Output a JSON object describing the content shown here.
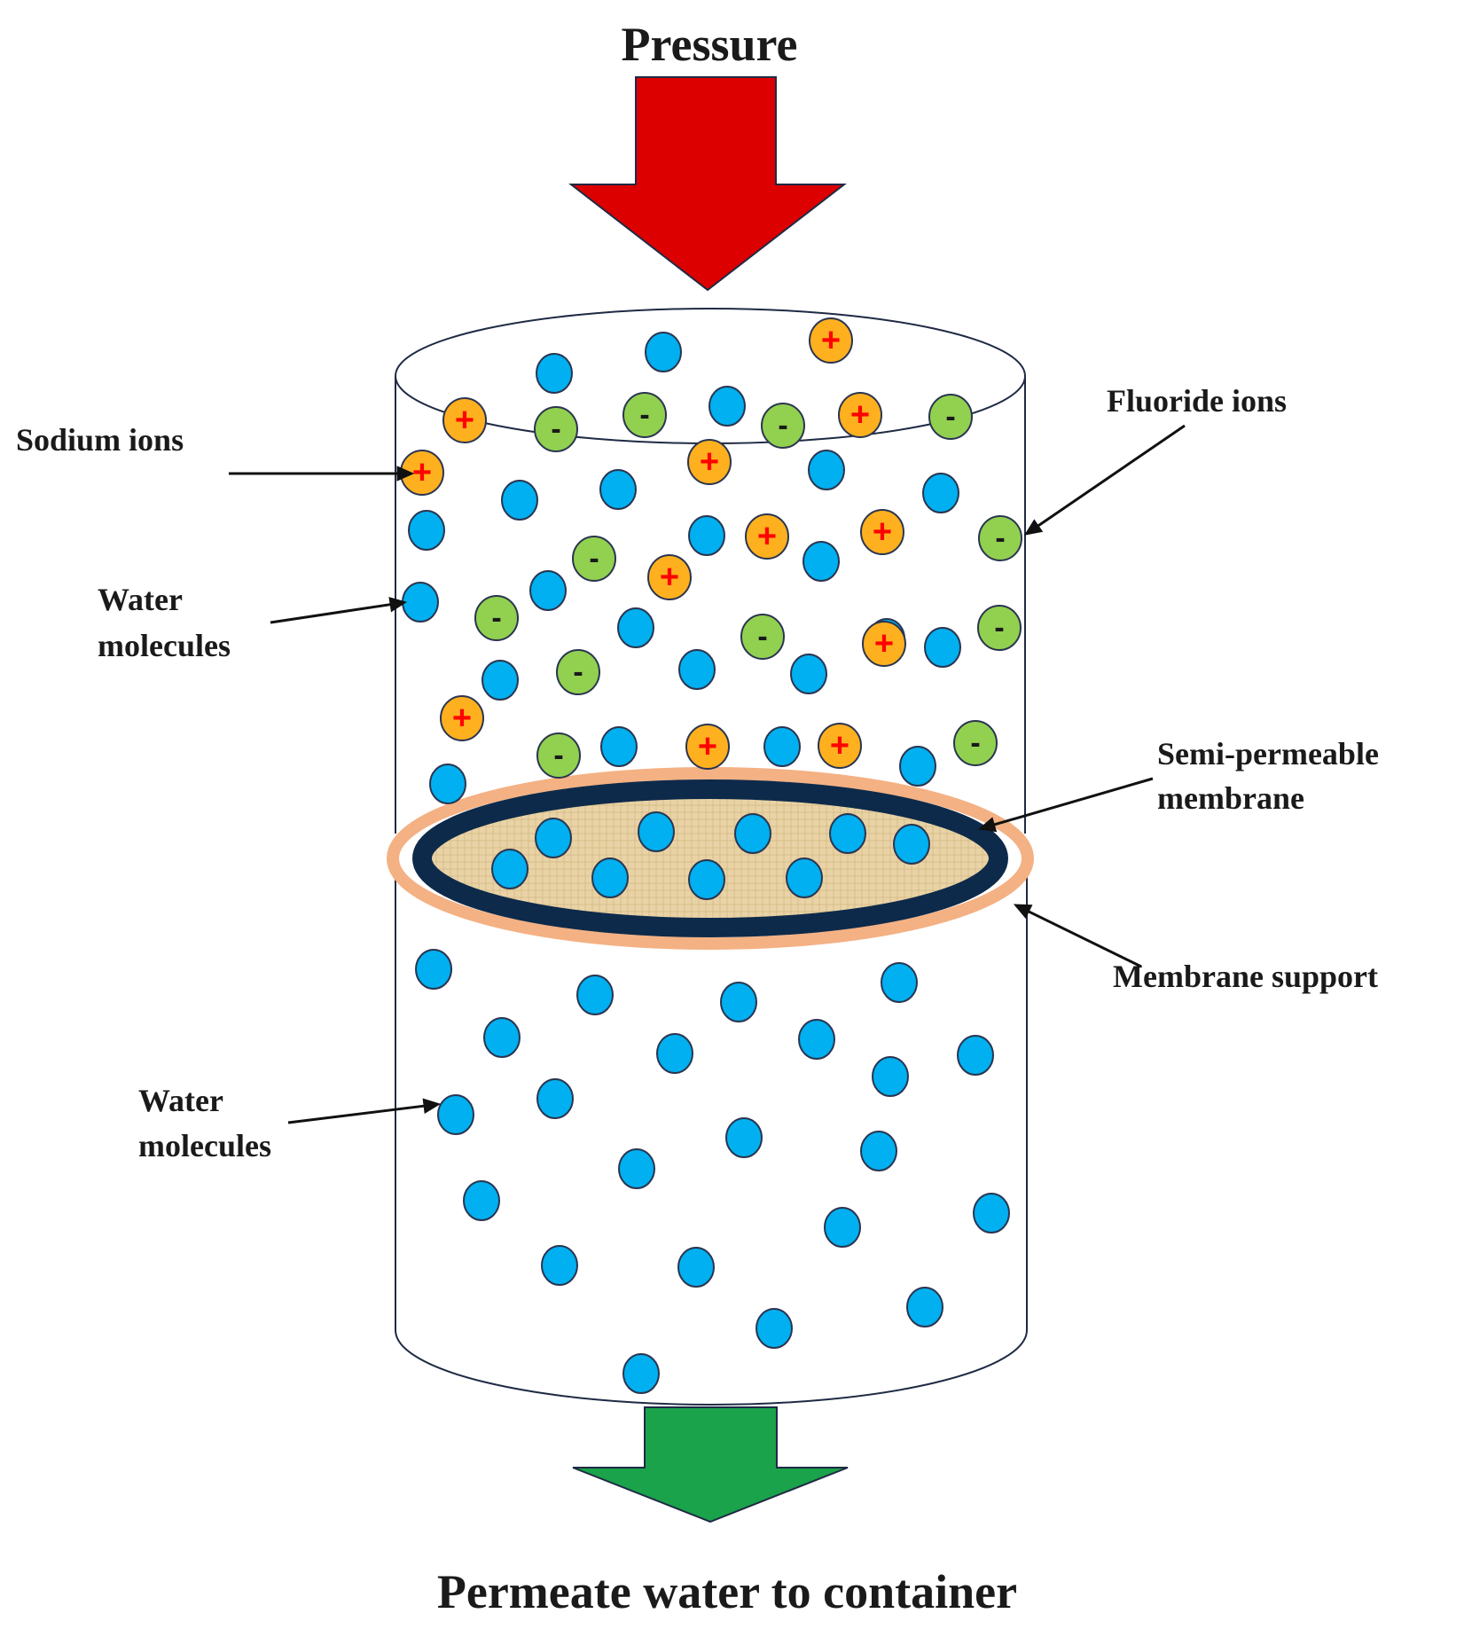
{
  "labels": {
    "top": "Pressure",
    "bottom": "Permeate water to container",
    "sodium": "Sodium ions",
    "fluoride": "Fluoride ions",
    "water_upper_1": "Water",
    "water_upper_2": "molecules",
    "membrane_1": "Semi-permeable",
    "membrane_2": "membrane",
    "support": "Membrane support",
    "water_lower_1": "Water",
    "water_lower_2": "molecules"
  },
  "symbols": {
    "positive": "+",
    "negative": "-"
  },
  "colors": {
    "pressure_arrow": "#dd0000",
    "permeate_arrow": "#1aa34a",
    "water": "#00b0f0",
    "sodium": "#ffb01f",
    "sodium_sign": "#ff0000",
    "fluoride": "#92d050",
    "fluoride_sign": "#1a1a1a",
    "membrane_ring": "#0d2a4a",
    "membrane_fill": "#e9d3a6",
    "support": "#f4b183",
    "outline": "#1f2a44"
  },
  "icons": {
    "pressure_arrow": "down-arrow",
    "permeate_arrow": "down-arrow",
    "water": "circle",
    "sodium": "circle-plus",
    "fluoride": "circle-minus"
  }
}
